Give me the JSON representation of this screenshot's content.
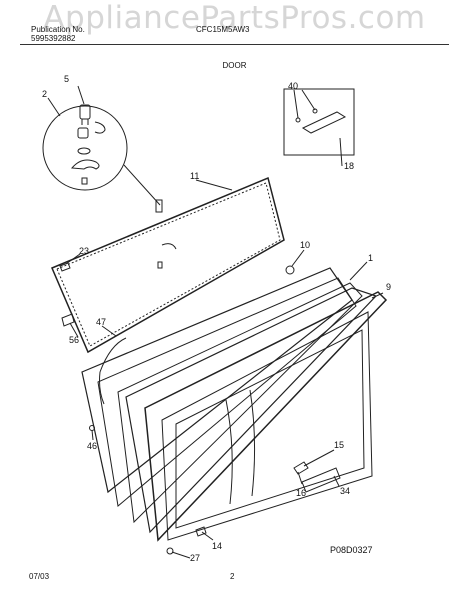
{
  "watermark": "AppliancePartsPros.com",
  "header": {
    "publication_label": "Publication No.",
    "publication_number": "5995392882",
    "model": "CFC15M5AW3"
  },
  "section_title": "DOOR",
  "callouts": [
    "5",
    "2",
    "40",
    "11",
    "18",
    "23",
    "10",
    "1",
    "9",
    "47",
    "56",
    "46",
    "15",
    "16",
    "34",
    "14",
    "27"
  ],
  "footer": {
    "date": "07/03",
    "page": "2",
    "figure_ref": "P08D0327"
  }
}
